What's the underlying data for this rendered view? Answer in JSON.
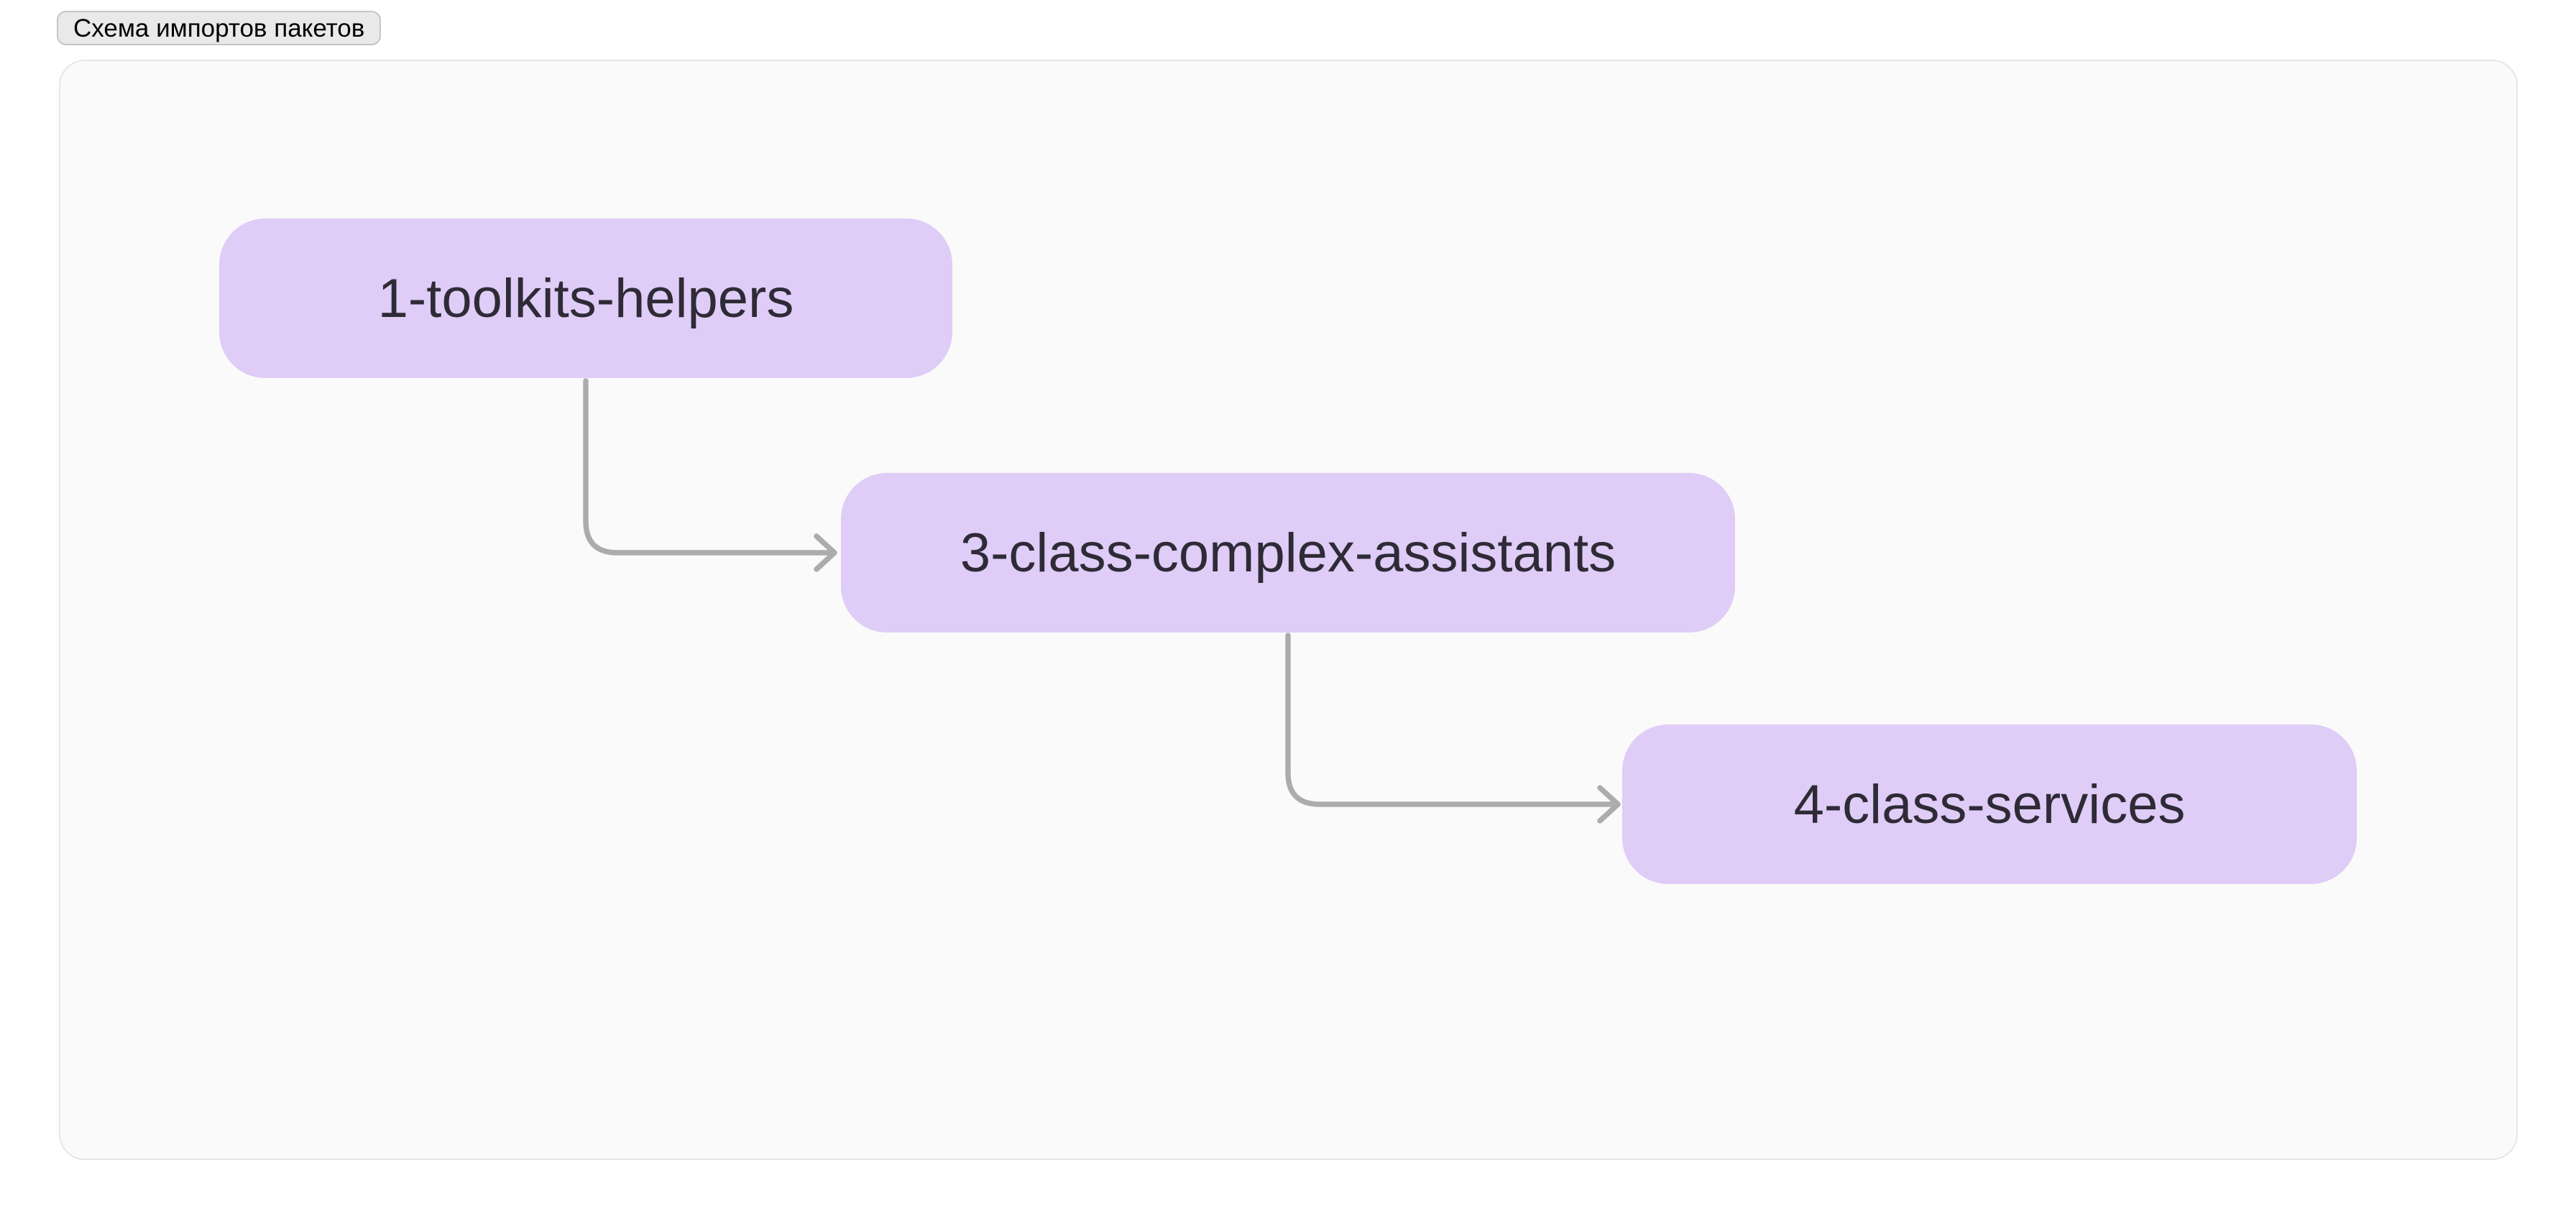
{
  "title_chip": {
    "label": "Схема импортов пакетов"
  },
  "diagram": {
    "type": "flowchart",
    "nodes": [
      {
        "id": "n1",
        "label": "1-toolkits-helpers"
      },
      {
        "id": "n2",
        "label": "3-class-complex-assistants"
      },
      {
        "id": "n3",
        "label": "4-class-services"
      }
    ],
    "edges": [
      {
        "from": "1-toolkits-helpers",
        "to": "3-class-complex-assistants"
      },
      {
        "from": "3-class-complex-assistants",
        "to": "4-class-services"
      }
    ],
    "colors": {
      "page_bg": "#ffffff",
      "panel_bg": "#fafafa",
      "panel_border": "#e6e6e8",
      "node_fill": "#dfccf7",
      "node_text": "#2e2b36",
      "edge_stroke": "#acacac",
      "chip_bg": "#e9e9e9",
      "chip_border": "#c5c5c6",
      "chip_text": "#000000"
    }
  }
}
